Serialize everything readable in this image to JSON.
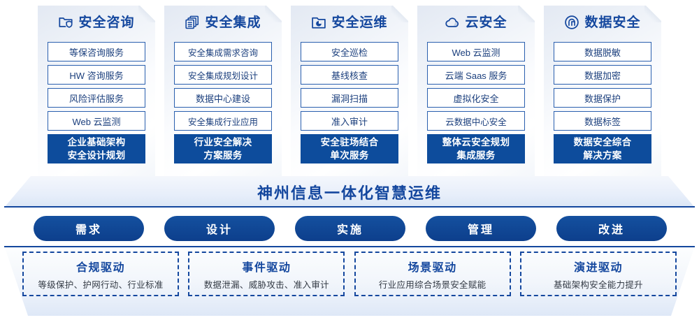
{
  "cards": [
    {
      "icon": "folder-shield-icon",
      "title": "安全咨询",
      "items": [
        "等保咨询服务",
        "HW 咨询服务",
        "风险评估服务",
        "Web 云监测"
      ],
      "summary": [
        "企业基础架构",
        "安全设计规划"
      ]
    },
    {
      "icon": "stacked-documents-icon",
      "title": "安全集成",
      "items": [
        "安全集成需求咨询",
        "安全集成规划设计",
        "数据中心建设",
        "安全集成行业应用"
      ],
      "summary": [
        "行业安全解决",
        "方案服务"
      ]
    },
    {
      "icon": "folder-chart-icon",
      "title": "安全运维",
      "items": [
        "安全巡检",
        "基线核查",
        "漏洞扫描",
        "准入审计"
      ],
      "summary": [
        "安全驻场结合",
        "单次服务"
      ]
    },
    {
      "icon": "cloud-icon",
      "title": "云安全",
      "items": [
        "Web 云监测",
        "云端 Saas 服务",
        "虚拟化安全",
        "云数据中心安全"
      ],
      "summary": [
        "整体云安全规划",
        "集成服务"
      ]
    },
    {
      "icon": "fingerprint-icon",
      "title": "数据安全",
      "items": [
        "数据脱敏",
        "数据加密",
        "数据保护",
        "数据标签"
      ],
      "summary": [
        "数据安全综合",
        "解决方案"
      ]
    }
  ],
  "banner": {
    "title": "神州信息一体化智慧运维"
  },
  "phases": [
    {
      "label": "需求"
    },
    {
      "label": "设计"
    },
    {
      "label": "实施"
    },
    {
      "label": "管理"
    },
    {
      "label": "改进"
    }
  ],
  "drivers": [
    {
      "title": "合规驱动",
      "subtitle": "等级保护、护网行动、行业标准"
    },
    {
      "title": "事件驱动",
      "subtitle": "数据泄漏、威胁攻击、准入审计"
    },
    {
      "title": "场景驱动",
      "subtitle": "行业应用综合场景安全赋能"
    },
    {
      "title": "演进驱动",
      "subtitle": "基础架构安全能力提升"
    }
  ],
  "colors": {
    "brand_blue": "#14479e",
    "deep_blue": "#0d4c9c",
    "item_border": "#2a5fae",
    "item_text": "#1b3f7d",
    "card_bg_light": "#ffffff",
    "card_bg_tint": "#e3e9f3",
    "sub_text": "#333a44"
  }
}
